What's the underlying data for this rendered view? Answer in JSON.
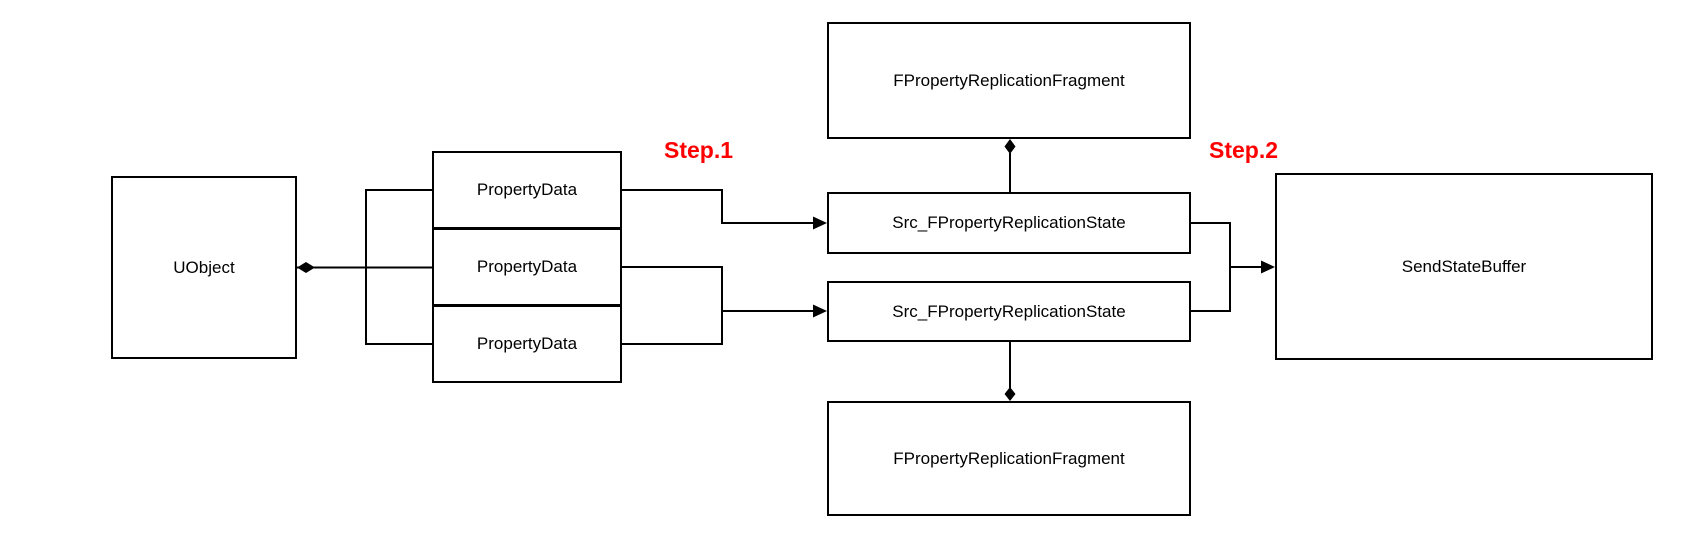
{
  "nodes": {
    "uobject": {
      "label": "UObject"
    },
    "property_data_1": {
      "label": "PropertyData"
    },
    "property_data_2": {
      "label": "PropertyData"
    },
    "property_data_3": {
      "label": "PropertyData"
    },
    "fragment_top": {
      "label": "FPropertyReplicationFragment"
    },
    "src_state_1": {
      "label": "Src_FPropertyReplicationState"
    },
    "src_state_2": {
      "label": "Src_FPropertyReplicationState"
    },
    "fragment_bottom": {
      "label": "FPropertyReplicationFragment"
    },
    "send_state_buffer": {
      "label": "SendStateBuffer"
    }
  },
  "annotations": {
    "step1": {
      "label": "Step.1"
    },
    "step2": {
      "label": "Step.2"
    }
  },
  "colors": {
    "line": "#000000",
    "box_border": "#000000",
    "box_fill": "#FFFFFF",
    "label_text": "#000000",
    "step_text": "#FF0000"
  }
}
